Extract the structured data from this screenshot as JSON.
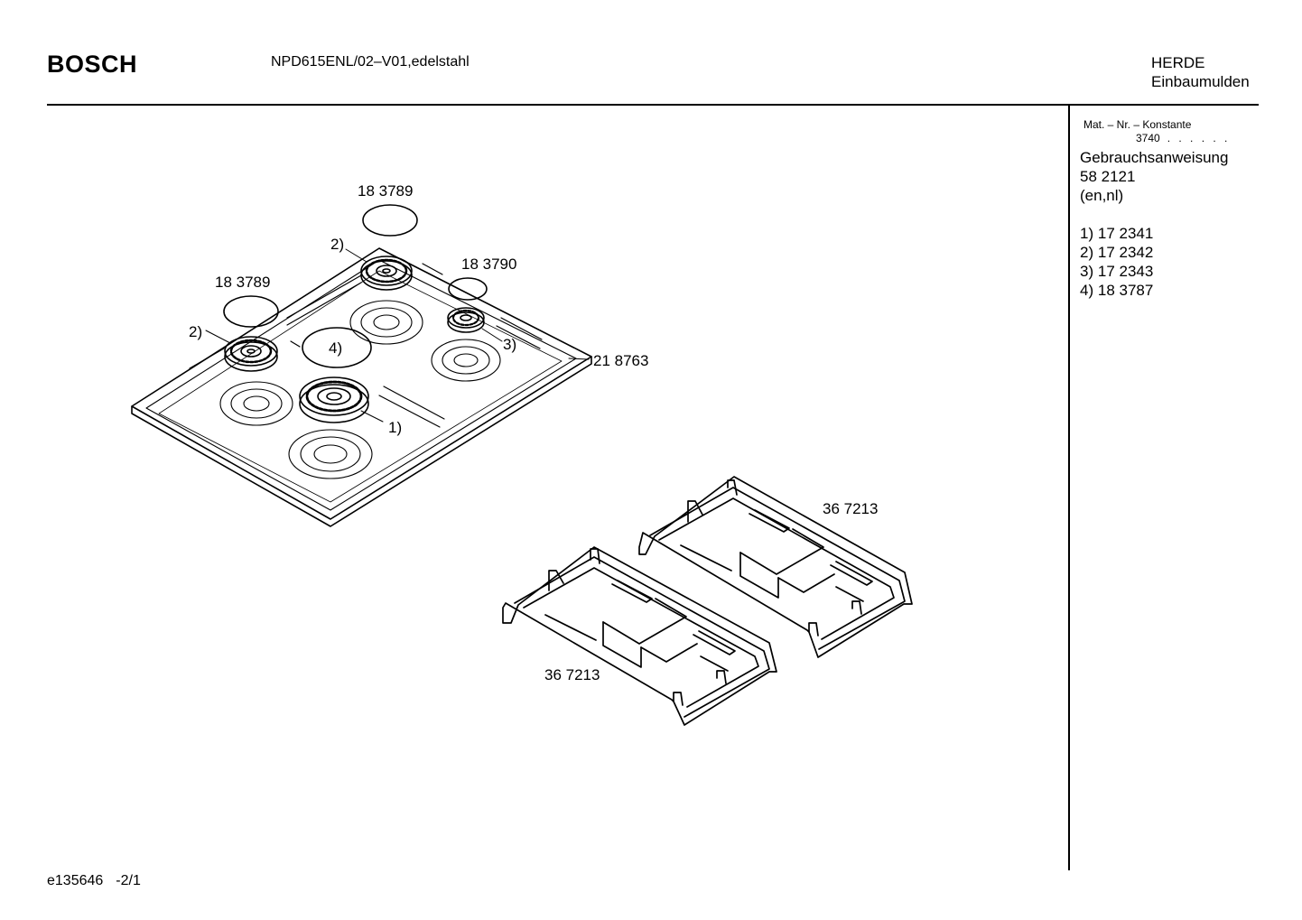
{
  "header": {
    "brand": "BOSCH",
    "model": "NPD615ENL/02–V01,edelstahl",
    "category_line1": "HERDE",
    "category_line2": "Einbaumulden"
  },
  "sidebar": {
    "mat_label": "Mat. – Nr. – Konstante",
    "mat_constant": "3740",
    "mat_dots": ". .  . . . .",
    "manual_title": "Gebrauchsanweisung",
    "manual_number": "58 2121",
    "manual_languages": "(en,nl)",
    "parts": [
      {
        "ref": "1)",
        "number": "17 2341"
      },
      {
        "ref": "2)",
        "number": "17 2342"
      },
      {
        "ref": "3)",
        "number": "17 2343"
      },
      {
        "ref": "4)",
        "number": "18 3787"
      }
    ]
  },
  "drawing": {
    "callouts": {
      "cap_top": "18 3789",
      "cap_left": "18 3789",
      "cap_small": "18 3790",
      "hob_panel": "21 8763",
      "grate_right": "36 7213",
      "grate_left": "36 7213",
      "ref_burner_top": "2)",
      "ref_burner_left": "2)",
      "ref_burner_small": "3)",
      "ref_burner_wok": "1)",
      "ref_cap_wok": "4)"
    }
  },
  "footer": {
    "doc_id": "e135646",
    "page": "-2/1"
  }
}
